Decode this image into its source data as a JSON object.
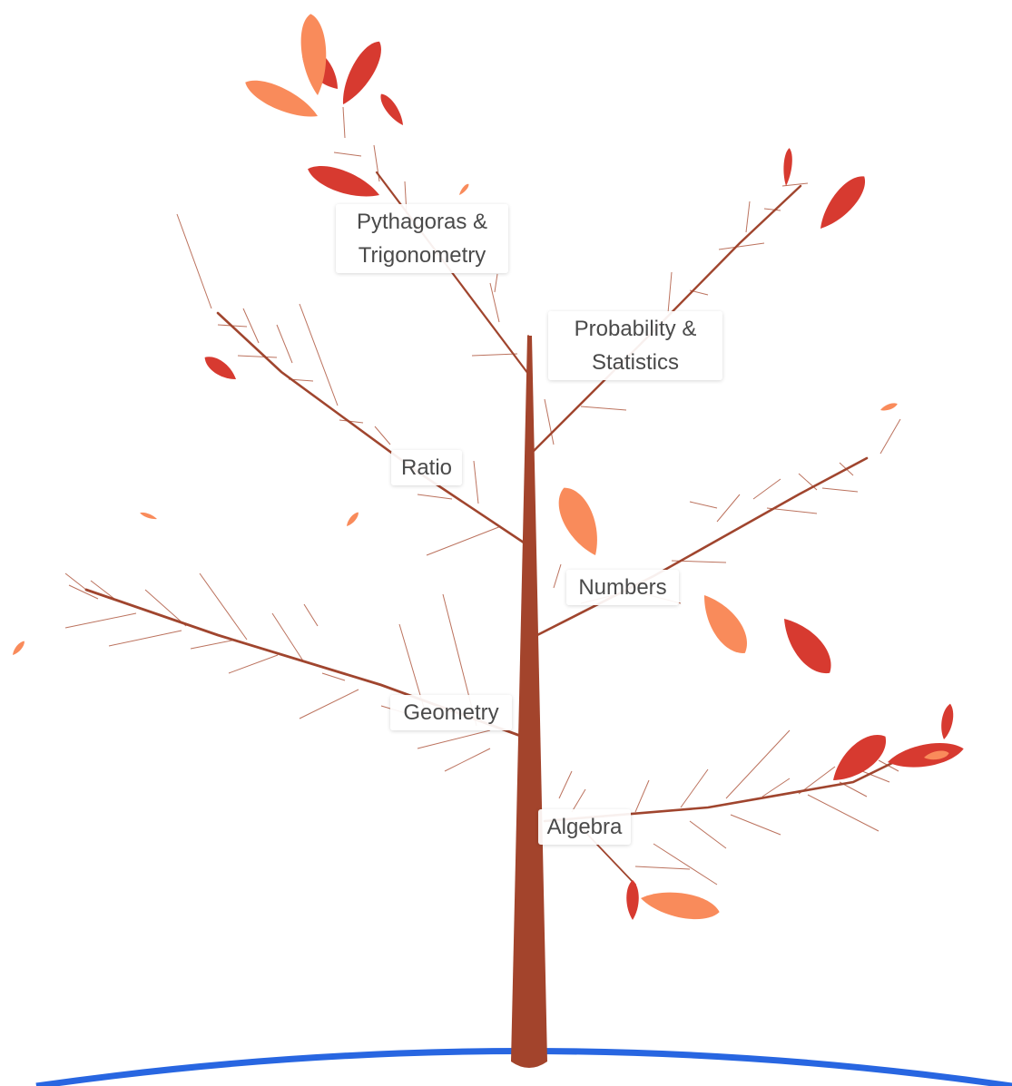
{
  "colors": {
    "trunk": "#a3442c",
    "branch": "#a0452e",
    "twig": "#b05a42",
    "leaf_red": "#d73a30",
    "leaf_orange": "#f98b5b",
    "ground": "#2866e1",
    "label_text": "#4a4a4a"
  },
  "topics": [
    {
      "id": "pythagoras-trigonometry",
      "label": "Pythagoras &\nTrigonometry"
    },
    {
      "id": "probability-statistics",
      "label": "Probability &\nStatistics"
    },
    {
      "id": "ratio",
      "label": "Ratio"
    },
    {
      "id": "numbers",
      "label": "Numbers"
    },
    {
      "id": "geometry",
      "label": "Geometry"
    },
    {
      "id": "algebra",
      "label": "Algebra"
    }
  ]
}
